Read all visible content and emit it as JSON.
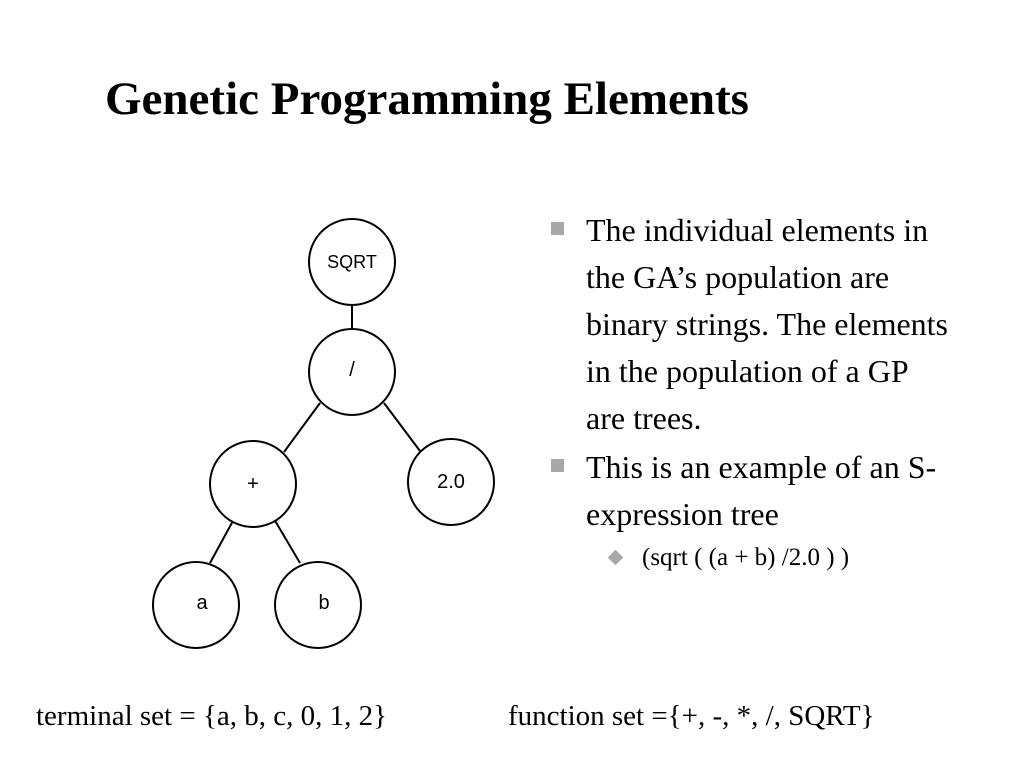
{
  "slide": {
    "title": "Genetic Programming Elements"
  },
  "tree": {
    "nodes": [
      {
        "id": "sqrt",
        "label": "SQRT"
      },
      {
        "id": "divide",
        "label": "/"
      },
      {
        "id": "plus",
        "label": "+"
      },
      {
        "id": "const",
        "label": "2.0"
      },
      {
        "id": "a",
        "label": "a"
      },
      {
        "id": "b",
        "label": "b"
      }
    ],
    "edges": [
      [
        "sqrt",
        "divide"
      ],
      [
        "divide",
        "plus"
      ],
      [
        "divide",
        "const"
      ],
      [
        "plus",
        "a"
      ],
      [
        "plus",
        "b"
      ]
    ]
  },
  "bullets": [
    {
      "text": "The individual elements in the GA’s population are binary strings.  The elements in the population of  a GP are trees."
    },
    {
      "text": "This is an example of an S-expression tree"
    }
  ],
  "sub_bullet": {
    "text": "(sqrt ( (a + b) /2.0 ) )"
  },
  "sets": {
    "terminal": "terminal set = {a, b, c, 0, 1, 2}",
    "function": "function set ={+, -, *,  /, SQRT}"
  }
}
